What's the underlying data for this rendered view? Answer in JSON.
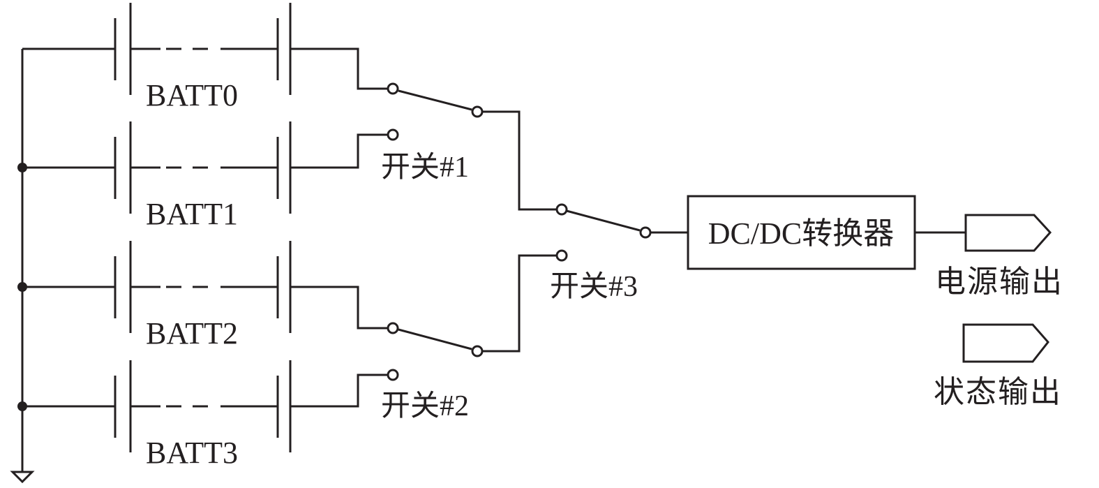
{
  "diagram": {
    "title": "",
    "colors": {
      "line": "#231f20",
      "background": "#ffffff"
    },
    "batteries": [
      {
        "id": "BATT0",
        "label": "BATT0"
      },
      {
        "id": "BATT1",
        "label": "BATT1"
      },
      {
        "id": "BATT2",
        "label": "BATT2"
      },
      {
        "id": "BATT3",
        "label": "BATT3"
      }
    ],
    "switches": [
      {
        "id": "sw1",
        "label": "开关#1",
        "inputs": [
          "BATT0",
          "BATT1"
        ],
        "selected": "BATT0"
      },
      {
        "id": "sw2",
        "label": "开关#2",
        "inputs": [
          "BATT2",
          "BATT3"
        ],
        "selected": "BATT2"
      },
      {
        "id": "sw3",
        "label": "开关#3",
        "inputs": [
          "sw1",
          "sw2"
        ],
        "selected": "sw1"
      }
    ],
    "converter": {
      "label": "DC/DC转换器"
    },
    "outputs": [
      {
        "id": "power",
        "label": "电源输出"
      },
      {
        "id": "status",
        "label": "状态输出"
      }
    ],
    "ground": {
      "symbol": "ground-icon"
    }
  }
}
